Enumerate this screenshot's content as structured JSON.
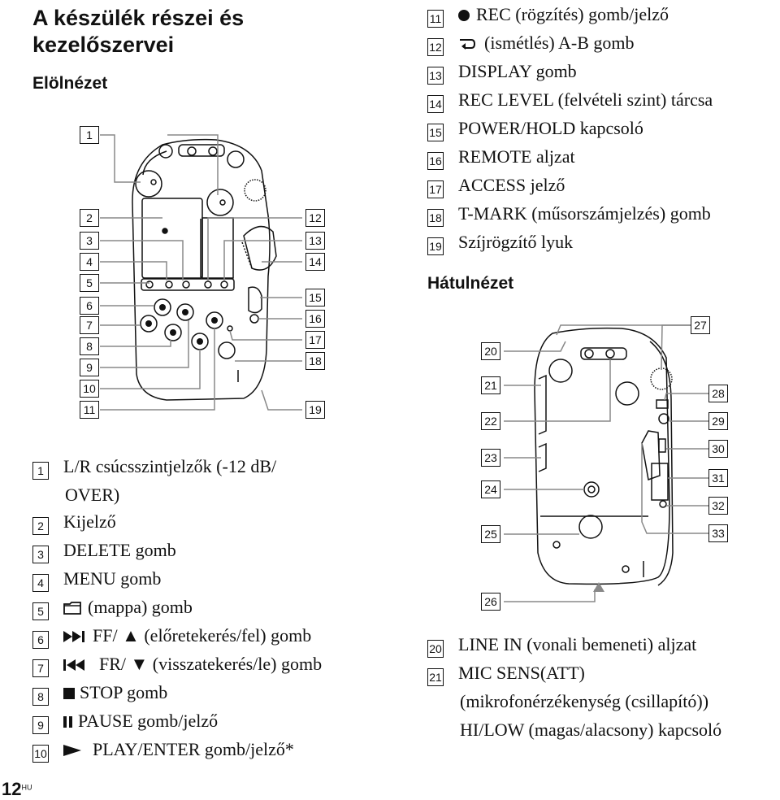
{
  "heading": {
    "line1": "A készülék részei és",
    "line2": "kezelőszervei"
  },
  "front_view_title": "Elölnézet",
  "rear_view_title": "Hátulnézet",
  "callouts": [
    "1",
    "2",
    "3",
    "4",
    "5",
    "6",
    "7",
    "8",
    "9",
    "10",
    "11",
    "12",
    "13",
    "14",
    "15",
    "16",
    "17",
    "18",
    "19",
    "20",
    "21",
    "22",
    "23",
    "24",
    "25",
    "26",
    "27",
    "28",
    "29",
    "30",
    "31",
    "32",
    "33"
  ],
  "front_items": [
    {
      "num": "1",
      "text": "L/R csúcsszintjelzők (-12 dB/",
      "text2": "OVER)"
    },
    {
      "num": "2",
      "text": "Kijelző"
    },
    {
      "num": "3",
      "text": "DELETE gomb"
    },
    {
      "num": "4",
      "text": "MENU gomb"
    },
    {
      "num": "5",
      "icon": "folder-icon",
      "text": "(mappa) gomb"
    },
    {
      "num": "6",
      "icon": "next-track-icon",
      "text": "FF/ ▲ (előretekerés/fel) gomb"
    },
    {
      "num": "7",
      "icon": "previous-track-icon",
      "text": "FR/ ▼ (visszatekerés/le) gomb"
    },
    {
      "num": "8",
      "icon": "stop-icon",
      "text": "STOP gomb"
    },
    {
      "num": "9",
      "icon": "pause-icon",
      "text": "PAUSE gomb/jelző"
    },
    {
      "num": "10",
      "icon": "play-icon",
      "text": "PLAY/ENTER gomb/jelző*"
    }
  ],
  "right_items": [
    {
      "num": "11",
      "icon": "record-icon",
      "text": "REC (rögzítés) gomb/jelző"
    },
    {
      "num": "12",
      "icon": "repeat-icon",
      "text": "(ismétlés) A-B gomb"
    },
    {
      "num": "13",
      "text": "DISPLAY gomb"
    },
    {
      "num": "14",
      "text": "REC LEVEL (felvételi szint) tárcsa"
    },
    {
      "num": "15",
      "text": "POWER/HOLD kapcsoló"
    },
    {
      "num": "16",
      "text": "REMOTE aljzat"
    },
    {
      "num": "17",
      "text": "ACCESS jelző"
    },
    {
      "num": "18",
      "text": "T-MARK (műsorszámjelzés) gomb"
    },
    {
      "num": "19",
      "text": "Szíjrögzítő lyuk"
    }
  ],
  "rear_items": [
    {
      "num": "20",
      "text": "LINE IN (vonali bemeneti) aljzat"
    },
    {
      "num": "21",
      "text": "MIC SENS(ATT)",
      "text2": "(mikrofonérzékenység (csillapító))",
      "text3": "HI/LOW (magas/alacsony) kapcsoló"
    }
  ],
  "page_number": "12",
  "page_lang": "HU"
}
